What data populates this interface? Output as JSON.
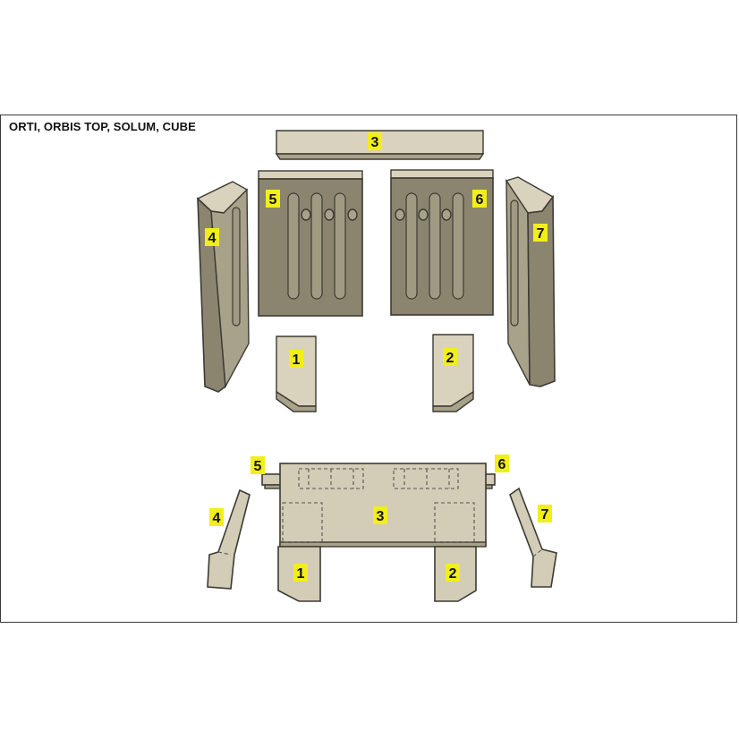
{
  "title": "ORTI, ORBIS TOP, SOLUM, CUBE",
  "exploded_view": {
    "labels": [
      "3",
      "5",
      "6",
      "4",
      "7",
      "1",
      "2"
    ]
  },
  "plan_view": {
    "labels": [
      "5",
      "6",
      "4",
      "3",
      "7",
      "1",
      "2"
    ]
  },
  "colors": {
    "brick_light": "#cfc7b1",
    "brick_dark": "#8b8570",
    "label_yellow": "#f2ee1a",
    "outline": "#3c3a33"
  }
}
